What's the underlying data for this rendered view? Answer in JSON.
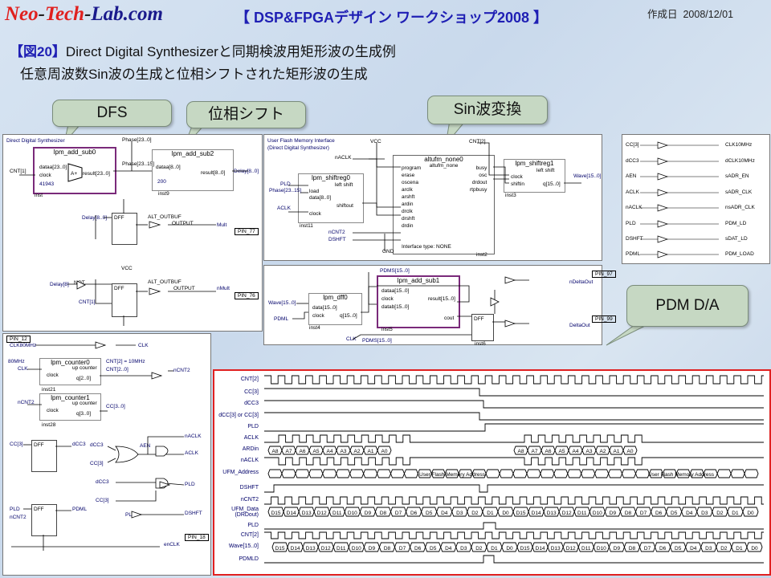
{
  "header": {
    "logo_neo": "Neo",
    "logo_tech": "Tech",
    "logo_lab": "Lab",
    "logo_com": ".com",
    "workshop_title": "【 DSP&FPGAデザイン ワークショップ2008 】",
    "date_label": "作成日",
    "date_value": "2008/12/01"
  },
  "title": {
    "figure_tag": "【図20】",
    "figure_title": "Direct Digital Synthesizerと同期検波用矩形波の生成例",
    "subtitle": "任意周波数Sin波の生成と位相シフトされた矩形波の生成"
  },
  "callouts": {
    "dfs": "DFS",
    "phase_shift": "位相シフト",
    "sin_conv": "Sin波変換",
    "pdm": "PDM D/A"
  },
  "schematic_dds": {
    "panel_title": "Direct Digital Synthesizer",
    "phase_bus": "Phase[23..0]",
    "phase_bus2": "Phase[23..15]",
    "add_sub0": "lpm_add_sub0",
    "add_sub2": "lpm_add_sub2",
    "dataa": "dataa[23..0]",
    "dataa2": "dataa[8..0]",
    "clock": "clock",
    "const1": "41943",
    "const2": "200",
    "result": "result[23..0]",
    "result2": "result[8..0]",
    "cnt_in": "CNT[1]",
    "delay_out": "Delay[8..0]",
    "delay_in": "Delay[8]",
    "inst": "inst",
    "inst9": "inst9",
    "mult": "Mult",
    "nmult": "nMult",
    "pin77": "PIN_77",
    "pin76": "PIN_76",
    "dff": "DFF",
    "alt_outbuf": "ALT_OUTBUF",
    "output": "OUTPUT",
    "not": "NOT",
    "cnt_in2": "CNT[1]",
    "vcc": "VCC"
  },
  "schematic_ufm": {
    "panel_title": "User Flash Memory Interface",
    "panel_sub": "(Direct Digital Synthesizer)",
    "vcc": "VCC",
    "cnt2": "CNT[2]",
    "naclk": "nACLK",
    "shiftreg0": "lpm_shiftreg0",
    "shiftreg1": "lpm_shiftreg1",
    "altufm": "altufm_none0",
    "altufm_sub": "altufm_none",
    "left_shift": "left shift",
    "load": "load",
    "data8": "data[8..0]",
    "clock": "clock",
    "shiftout": "shiftout",
    "shiftin": "shiftin",
    "q15": "q[15..0]",
    "pld": "PLD",
    "phase23": "Phase[23..15]",
    "aclk": "ACLK",
    "ports_left": [
      "program",
      "erase",
      "oscena",
      "arclk",
      "arshft",
      "ardin",
      "drclk",
      "drshft",
      "drdin"
    ],
    "ports_right": [
      "busy",
      "osc",
      "drdout",
      "rtpbusy"
    ],
    "ncnt2": "nCNT2",
    "dshft": "DSHFT",
    "gnd": "GND",
    "iface": "Interface type: NONE",
    "wave": "Wave[15..0]",
    "inst11": "inst11",
    "inst2": "inst2",
    "inst3": "inst3"
  },
  "schematic_pdm": {
    "pdms": "PDMS[15..0]",
    "pin97": "PIN_97",
    "pin99": "PIN_99",
    "add_sub1": "lpm_add_sub1",
    "dff0": "lpm_dff0",
    "dataa": "dataa[15..0]",
    "datab": "datab[15..0]",
    "clock": "clock",
    "result": "result[15..0]",
    "cout": "cout",
    "data": "data[15..0]",
    "q": "q[15..0]",
    "wave": "Wave[15..0]",
    "pdml": "PDML",
    "clk": "CLK",
    "pdms2": "PDMS[15..0]",
    "ndelta": "nDeltaOut",
    "delta": "DeltaOut",
    "inst4": "inst4",
    "inst5": "inst5",
    "inst6": "inst6"
  },
  "schematic_outs": {
    "in_labels": [
      "CC[3]",
      "dCC3",
      "AEN",
      "ACLK",
      "nACLK",
      "PLD",
      "DSHFT",
      "PDML"
    ],
    "out_labels": [
      "CLK10MHz",
      "dCLK10MHz",
      "sADR_EN",
      "sADR_CLK",
      "nsADR_CLK",
      "PDM_LD",
      "sDAT_LD",
      "PDM_LOAD"
    ]
  },
  "schematic_clk": {
    "pin12": "PIN_12",
    "clk80": "CLK80MHz",
    "clk": "CLK",
    "mhz80": "80MHz",
    "counter0": "lpm_counter0",
    "counter1": "lpm_counter1",
    "up_counter": "up counter",
    "clock": "clock",
    "q2": "q[2..0]",
    "q3": "q[3..0]",
    "cnt_label": "CNT[2] = 10MHz",
    "cnt_range": "CNT[2..0]",
    "ncnt2": "nCNT2",
    "cc": "CC[3..0]",
    "cc3": "CC[3]",
    "dcc3": "dCC3",
    "aen": "AEN",
    "aclk": "ACLK",
    "naclk": "nACLK",
    "pld": "PLD",
    "pdml": "PDML",
    "dshft": "DSHFT",
    "pin18": "PIN_18",
    "enclk": "enCLK",
    "inst28": "inst28",
    "inst21": "inst21"
  },
  "timing": {
    "signals": [
      "CNT[2]",
      "CC[3]",
      "dCC3",
      "dCC[3] or CC[3]",
      "PLD",
      "ACLK",
      "ARDin",
      "nACLK",
      "UFM_Address",
      "DSHFT",
      "nCNT2",
      "UFM_Data (DRDout)",
      "PLD",
      "CNT[2]",
      "Wave[15..0]",
      "PDMLD"
    ],
    "ardin_values": [
      "A8",
      "A7",
      "A6",
      "A5",
      "A4",
      "A3",
      "A2",
      "A1",
      "A0"
    ],
    "ufm_address": "User Flash Memory Address",
    "data_values": [
      "D15",
      "D14",
      "D13",
      "D12",
      "D11",
      "D10",
      "D9",
      "D8",
      "D7",
      "D6",
      "D5",
      "D4",
      "D3",
      "D2",
      "D1",
      "D0"
    ]
  },
  "colors": {
    "accent_red": "#e0201e",
    "accent_blue": "#1f1fb4",
    "callout_green": "#c6d8c3",
    "timing_border": "#e02020",
    "block_purple": "#7a2a7a"
  }
}
